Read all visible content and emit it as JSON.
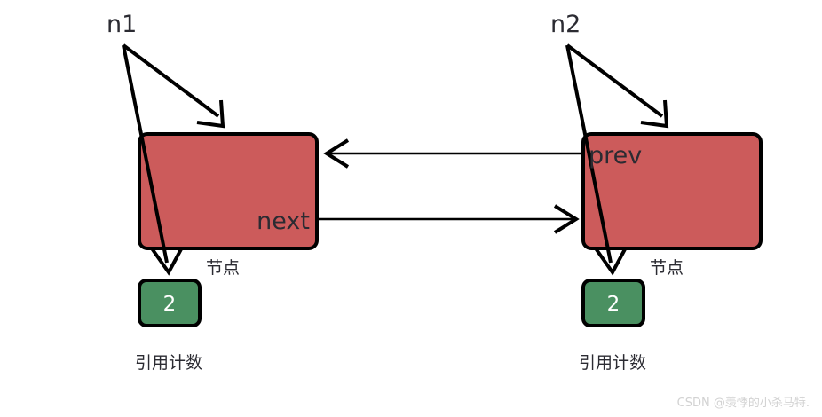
{
  "diagram": {
    "title": "doubly linked list reference counting",
    "colors": {
      "node_fill": "#cc5b5b",
      "refcount_fill": "#4a9061",
      "stroke": "#000000",
      "text": "#2b2b32",
      "count_text": "#ffffff",
      "background": "#ffffff",
      "watermark": "#d2d2d2"
    },
    "left": {
      "variable_label": "n1",
      "node_caption": "节点",
      "field_label": "next",
      "refcount_value": "2",
      "refcount_caption": "引用计数"
    },
    "right": {
      "variable_label": "n2",
      "node_caption": "节点",
      "field_label": "prev",
      "refcount_value": "2",
      "refcount_caption": "引用计数"
    }
  },
  "watermark": {
    "text": "CSDN @羡悸的小杀马特."
  }
}
